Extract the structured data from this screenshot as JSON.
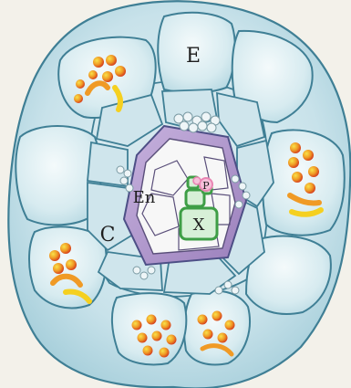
{
  "diagram": {
    "labels": {
      "epidermis": "E",
      "cortex": "C",
      "endodermis": "En",
      "xylem": "X",
      "phloem": "P"
    },
    "colors": {
      "background": "#f3f1ea",
      "outer_cell_fill": "#c8e2ea",
      "cell_wall": "#3f7f95",
      "inner_cell_fill": "#c9e3ea",
      "stele_ring": "#a98bc4",
      "stele_fill": "#f7f7f7",
      "xylem_green": "#3e9e46",
      "phloem_pink": "#e985b3",
      "granule_yellow": "#f5d020",
      "granule_orange": "#ee7e1e",
      "granule_red": "#d8341e",
      "starch_grain": "#b9c9cf"
    }
  }
}
